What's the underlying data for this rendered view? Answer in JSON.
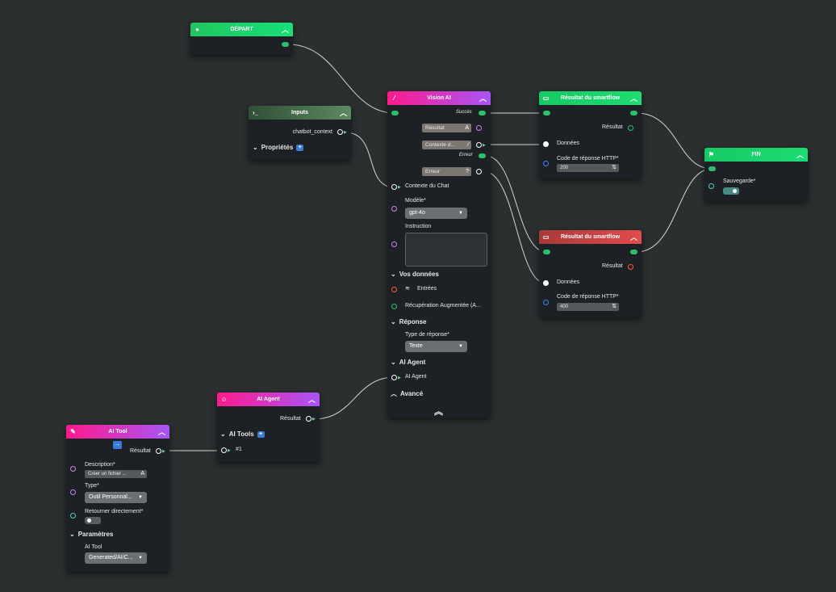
{
  "colors": {
    "canvas": "#2b2f2f",
    "node_bg": "#1d2125",
    "green": "#2bbf6d",
    "pink_purple_from": "#ff1a8c",
    "pink_purple_to": "#a855f7",
    "red": "#e53e3e",
    "dark_green": "#3d6b45"
  },
  "nodes": {
    "depart": {
      "title": "DÉPART",
      "icon": "play-circle-icon"
    },
    "inputs": {
      "title": "Inputs",
      "icon": "terminal-icon",
      "output_label": "chatbot_context",
      "section": "Propriétés"
    },
    "vision": {
      "title": "Vision AI",
      "icon": "wand-icon",
      "success_label": "Succès",
      "result_chip": "Résultat",
      "context_chip": "Contexte d...",
      "error_label": "Erreur",
      "error_chip": "Erreur",
      "error_chip_icon": "?",
      "chat_context_label": "Contexte du Chat",
      "model_label": "Modèle*",
      "model_value": "gpt-4o",
      "instruction_label": "Instruction",
      "section_data": "Vos données",
      "entries_label": "Entrées",
      "rag_label": "Récupération Augmentée (A...",
      "section_response": "Réponse",
      "response_type_label": "Type de réponse*",
      "response_type_value": "Texte",
      "section_agent": "AI Agent",
      "agent_label": "AI Agent",
      "section_advanced": "Avancé"
    },
    "result_ok": {
      "title": "Résultat du smartflow",
      "result_label": "Résultat",
      "data_label": "Données",
      "http_label": "Code de réponse HTTP*",
      "http_value": "200"
    },
    "result_err": {
      "title": "Résultat du smartflow",
      "result_label": "Résultat",
      "data_label": "Données",
      "http_label": "Code de réponse HTTP*",
      "http_value": "400"
    },
    "fin": {
      "title": "FIN",
      "icon": "flag-icon",
      "save_label": "Sauvegarde*"
    },
    "agent": {
      "title": "AI Agent",
      "icon": "robot-icon",
      "result_label": "Résultat",
      "section_tools": "AI Tools",
      "tool_item": "#1"
    },
    "tool": {
      "title": "AI Tool",
      "icon": "wrench-icon",
      "result_label": "Résultat",
      "description_label": "Description*",
      "description_value": "Créer un fichier ...",
      "type_label": "Type*",
      "type_value": "Outil Personnal...",
      "return_label": "Retourner directement*",
      "section_params": "Paramètres",
      "param_label": "AI Tool",
      "param_value": "Generated/AI/C..."
    }
  }
}
